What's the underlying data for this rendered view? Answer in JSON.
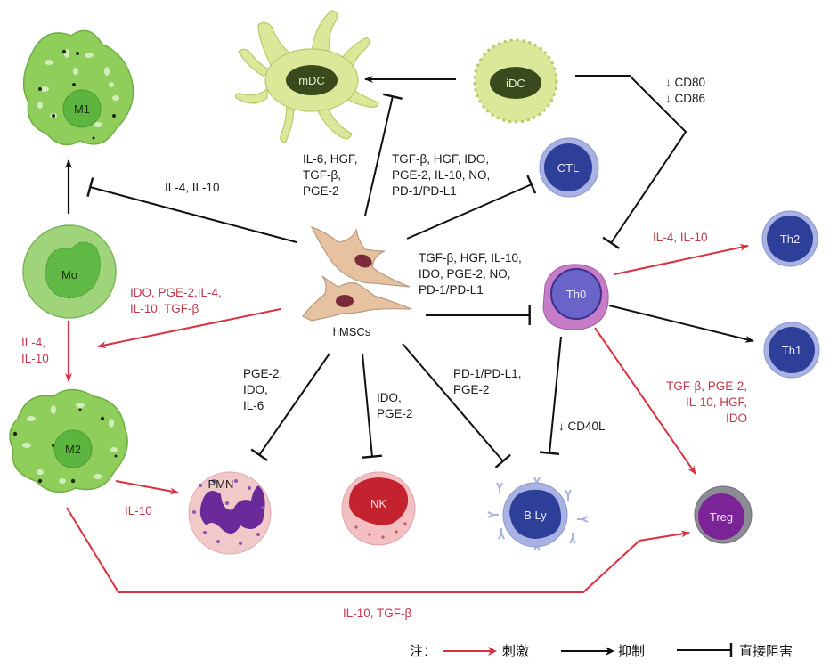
{
  "diagram": {
    "title": "hMSCs immunomodulation of immune cells",
    "center": {
      "id": "hmsc",
      "label": "hMSCs"
    },
    "colors": {
      "stimulate": "#d8313f",
      "inhibit": "#111111",
      "block": "#111111",
      "red_text": "#c0394a",
      "macrophage_green": "#8fce5b",
      "dc_yellow": "#dbe89a",
      "dc_nucleus": "#3b4a1c",
      "lymph_blue": "#2e3f9a",
      "lymph_rim": "#a9b3e3",
      "th0_fill": "#6a63c8",
      "th0_rim": "#c77cc8",
      "nk_red": "#c3222e",
      "pmn_pink": "#f1c9c9",
      "pmn_lobes": "#6a2a9a",
      "treg_purple": "#7b2497",
      "treg_rim": "#8c8c94",
      "mscs_body": "#e6c2a0",
      "mscs_nucleus": "#7a2a3a"
    },
    "cells": [
      {
        "id": "m1",
        "label": "M1"
      },
      {
        "id": "mo",
        "label": "Mo"
      },
      {
        "id": "m2",
        "label": "M2"
      },
      {
        "id": "mdc",
        "label": "mDC"
      },
      {
        "id": "idc",
        "label": "iDC"
      },
      {
        "id": "ctl",
        "label": "CTL"
      },
      {
        "id": "th0",
        "label": "Th0"
      },
      {
        "id": "th2",
        "label": "Th2"
      },
      {
        "id": "th1",
        "label": "Th1"
      },
      {
        "id": "treg",
        "label": "Treg"
      },
      {
        "id": "pmn",
        "label": "PMN"
      },
      {
        "id": "nk",
        "label": "NK"
      },
      {
        "id": "bly",
        "label": "B Ly"
      }
    ],
    "edges": [
      {
        "from": "mo",
        "to": "m1",
        "type": "inhibit",
        "label": ""
      },
      {
        "from": "hmsc",
        "to": "mo-m1",
        "type": "block",
        "label": "IL-4, IL-10"
      },
      {
        "from": "hmsc",
        "to": "mdc-idc",
        "type": "block",
        "label": "IL-6, HGF,\nTGF-β,\nPGE-2"
      },
      {
        "from": "idc",
        "to": "mdc",
        "type": "inhibit",
        "label": ""
      },
      {
        "from": "hmsc",
        "to": "ctl",
        "type": "block",
        "label": "TGF-β, HGF, IDO,\nPGE-2, IL-10, NO,\nPD-1/PD-L1"
      },
      {
        "from": "idc",
        "to": "th0",
        "type": "block",
        "label": "↓ CD80\n↓ CD86"
      },
      {
        "from": "hmsc",
        "to": "th0",
        "type": "block",
        "label": "TGF-β, HGF, IL-10,\nIDO, PGE-2, NO,\nPD-1/PD-L1"
      },
      {
        "from": "th0",
        "to": "th2",
        "type": "stimulate",
        "label": "IL-4, IL-10"
      },
      {
        "from": "th0",
        "to": "th1",
        "type": "inhibit",
        "label": ""
      },
      {
        "from": "th0",
        "to": "treg",
        "type": "stimulate",
        "label": "TGF-β, PGE-2,\nIL-10, HGF,\nIDO"
      },
      {
        "from": "hmsc",
        "to": "mo-m2",
        "type": "stimulate",
        "label": "IDO, PGE-2,IL-4,\nIL-10, TGF-β"
      },
      {
        "from": "mo",
        "to": "m2",
        "type": "stimulate",
        "label": "IL-4,\nIL-10"
      },
      {
        "from": "m2",
        "to": "pmn",
        "type": "stimulate",
        "label": "IL-10"
      },
      {
        "from": "m2",
        "to": "treg",
        "type": "stimulate",
        "label": "IL-10, TGF-β"
      },
      {
        "from": "hmsc",
        "to": "pmn",
        "type": "block",
        "label": "PGE-2,\nIDO,\nIL-6"
      },
      {
        "from": "hmsc",
        "to": "nk",
        "type": "block",
        "label": "IDO,\nPGE-2"
      },
      {
        "from": "hmsc",
        "to": "bly",
        "type": "block",
        "label": "PD-1/PD-L1,\nPGE-2"
      },
      {
        "from": "th0",
        "to": "bly",
        "type": "block",
        "label": "↓ CD40L"
      }
    ]
  },
  "legend": {
    "prefix": "注：",
    "items": [
      {
        "type": "stimulate",
        "label": "刺激"
      },
      {
        "type": "inhibit",
        "label": "抑制"
      },
      {
        "type": "block",
        "label": "直接阻害"
      }
    ]
  }
}
